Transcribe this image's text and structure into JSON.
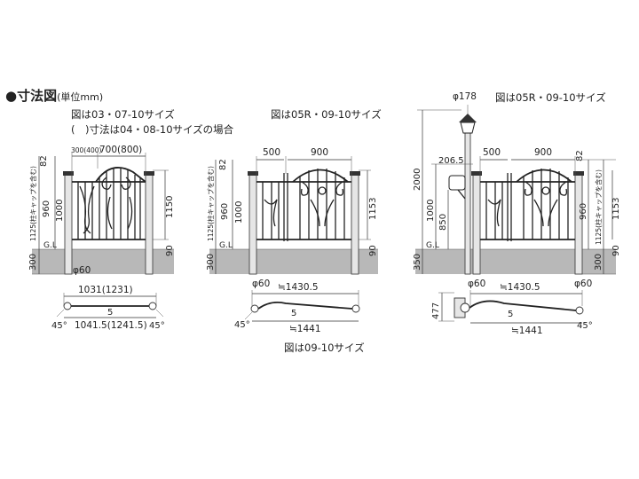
{
  "header": {
    "title": "●寸法図",
    "unit": "(単位mm)"
  },
  "notes": {
    "left_line1": "図は03・07-10サイズ",
    "left_line2": "(　)寸法は04・08-10サイズの場合",
    "middle": "図は05R・09-10サイズ",
    "right": "図は05R・09-10サイズ",
    "plan_middle": "図は09-10サイズ"
  },
  "left": {
    "top_width": "700(800)",
    "top_small": "300(400)",
    "h82": "82",
    "h960": "960",
    "h1000": "1000",
    "h1125": "1125(柱キャップを含む)",
    "h1150": "1150",
    "h300": "300",
    "h90": "90",
    "gl": "G.L",
    "phi": "φ60",
    "plan_top": "1031(1231)",
    "plan_mid": "5",
    "plan_bottom": "1041.5(1241.5)",
    "angle_l": "45°",
    "angle_r": "45°"
  },
  "middle": {
    "w500": "500",
    "w900": "900",
    "h82": "82",
    "h960": "960",
    "h1000": "1000",
    "h1125": "1125(柱キャップを含む)",
    "h1153": "1153",
    "h300": "300",
    "h90": "90",
    "gl": "G.L",
    "phi": "φ60",
    "plan_top": "≒1430.5",
    "plan_mid": "5",
    "plan_bottom": "≒1441",
    "angle": "45°"
  },
  "right": {
    "lamp_phi": "φ178",
    "w500": "500",
    "w900": "900",
    "h82": "82",
    "h2065": "206.5",
    "h2000": "2000",
    "h1000": "1000",
    "h850": "850",
    "h960": "960",
    "h1125": "1125(柱キャップを含む)",
    "h1153": "1153",
    "h350": "350",
    "h300": "300",
    "h90": "90",
    "gl": "G.L",
    "phi_l": "φ60",
    "phi_r": "φ60",
    "plan_top": "≒1430.5",
    "plan_mid": "5",
    "plan_bottom": "≒1441",
    "plan_h": "477",
    "angle": "45°"
  }
}
